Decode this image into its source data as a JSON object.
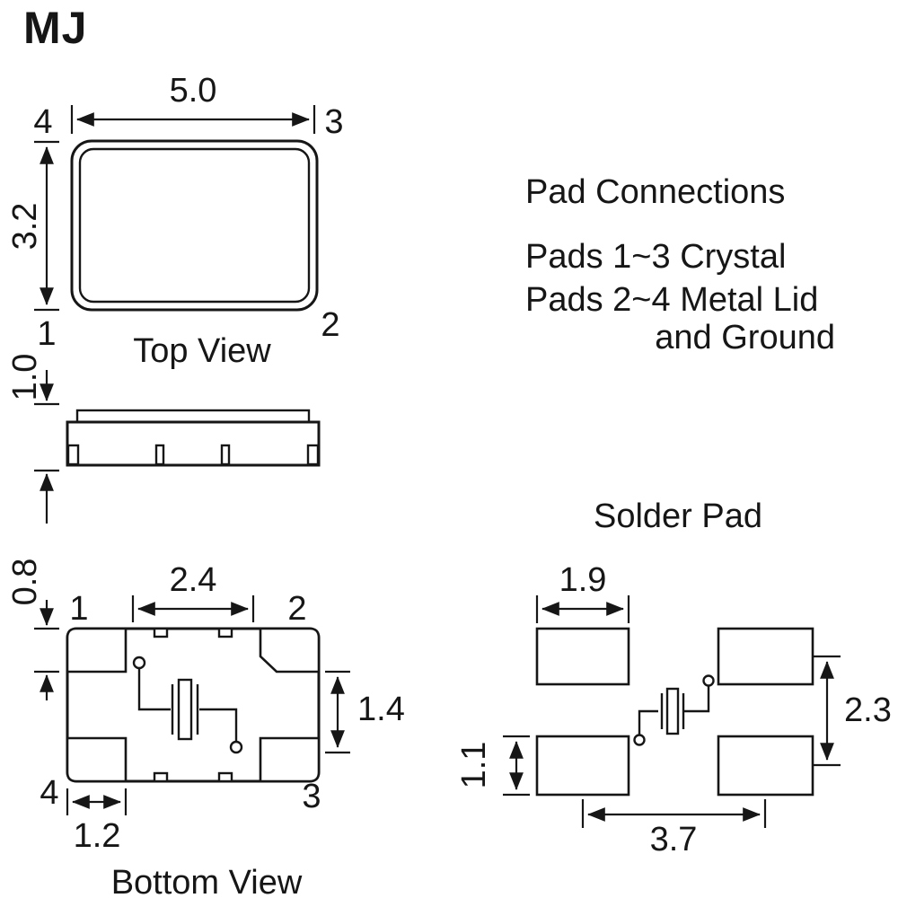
{
  "title": "MJ",
  "top_view": {
    "caption": "Top View",
    "width": "5.0",
    "height": "3.2",
    "pins": {
      "top_left": "4",
      "top_right": "3",
      "bottom_left": "1",
      "bottom_right": "2"
    }
  },
  "side_view": {
    "height": "1.0"
  },
  "pad_connections": {
    "heading": "Pad Connections",
    "lines": [
      "Pads 1~3 Crystal",
      "Pads 2~4 Metal Lid",
      "and Ground"
    ]
  },
  "bottom_view": {
    "caption": "Bottom View",
    "dim_top_span": "2.4",
    "dim_pad_height": "0.8",
    "dim_inner_height": "1.4",
    "dim_pad_width": "1.2",
    "pins": {
      "top_left": "1",
      "top_right": "2",
      "bottom_left": "4",
      "bottom_right": "3"
    }
  },
  "solder_pad": {
    "heading": "Solder Pad",
    "dim_pad_width": "1.9",
    "dim_row_pitch": "2.3",
    "dim_pad_height": "1.1",
    "dim_col_pitch": "3.7"
  }
}
